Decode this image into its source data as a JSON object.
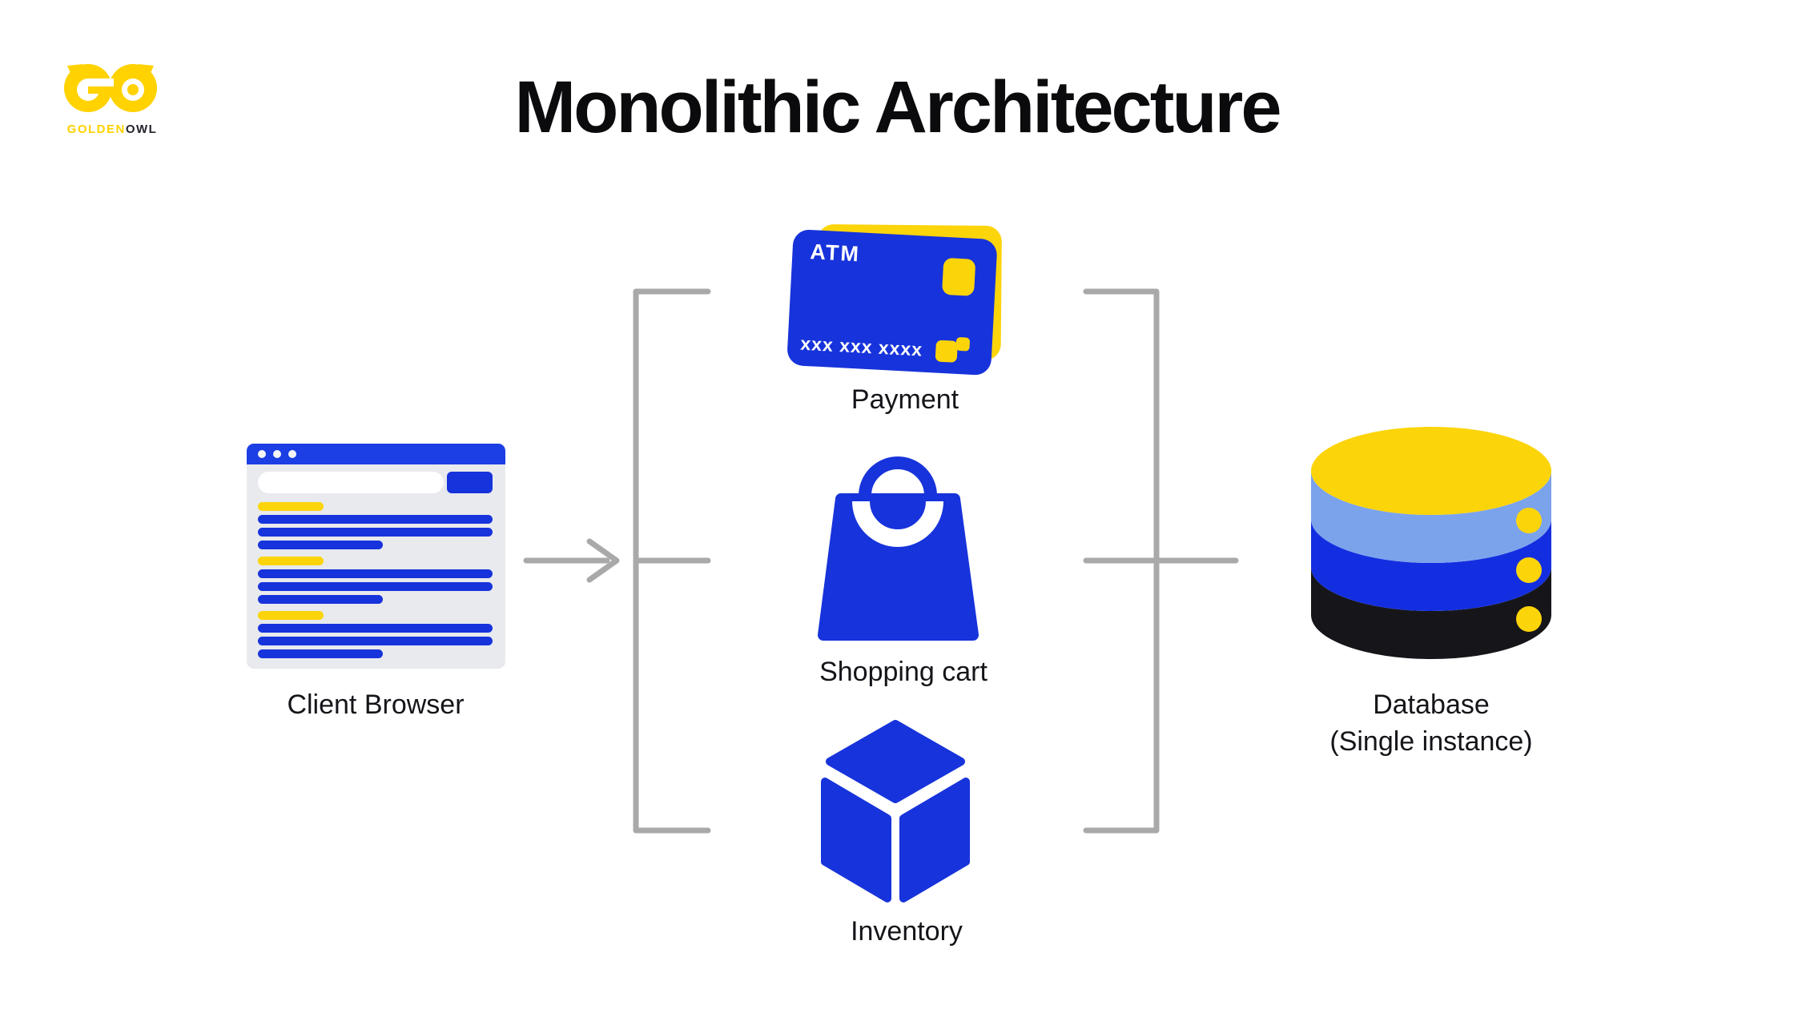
{
  "logo": {
    "golden": "GOLDEN",
    "owl": "OWL"
  },
  "title": "Monolithic Architecture",
  "client_browser": {
    "label": "Client Browser",
    "rows": [
      {
        "type": "heading"
      },
      {
        "type": "line"
      },
      {
        "type": "line"
      },
      {
        "type": "line_short"
      },
      {
        "type": "heading"
      },
      {
        "type": "line"
      },
      {
        "type": "line"
      },
      {
        "type": "line_short"
      },
      {
        "type": "heading"
      },
      {
        "type": "line"
      },
      {
        "type": "line"
      },
      {
        "type": "line_short"
      }
    ]
  },
  "payment": {
    "label": "Payment",
    "card_brand": "ATM",
    "card_number": "xxx xxx xxxx"
  },
  "shopping_cart": {
    "label": "Shopping cart"
  },
  "inventory": {
    "label": "Inventory"
  },
  "database": {
    "label_line1": "Database",
    "label_line2": "(Single instance)"
  },
  "colors": {
    "blue": "#1733DB",
    "titlebar-blue": "#1B3FE4",
    "yellow": "#FCD40A",
    "light-blue": "#7BA3EC",
    "db-blue": "#132EE0",
    "db-black": "#16161A",
    "line-gray": "#A9A9A9",
    "window-bg": "#E8EAEE",
    "logo-yellow": "#FFD200",
    "logo-dark": "#23242B"
  }
}
